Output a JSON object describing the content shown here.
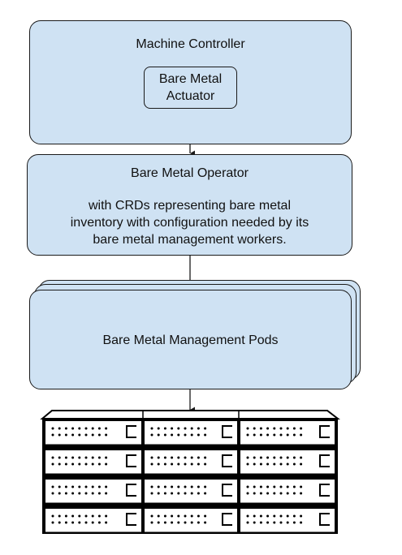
{
  "machine_controller": {
    "title": "Machine Controller",
    "actuator_lines": [
      "Bare Metal",
      "Actuator"
    ]
  },
  "operator": {
    "title": "Bare Metal Operator",
    "description_lines": [
      "with CRDs representing bare metal",
      "inventory with configuration needed by its",
      "bare metal management workers."
    ]
  },
  "pods": {
    "title": "Bare Metal Management Pods"
  },
  "colors": {
    "box_fill": "#cfe2f3",
    "stroke": "#1a1a1a"
  },
  "icons": [
    "server-rack-icon"
  ]
}
